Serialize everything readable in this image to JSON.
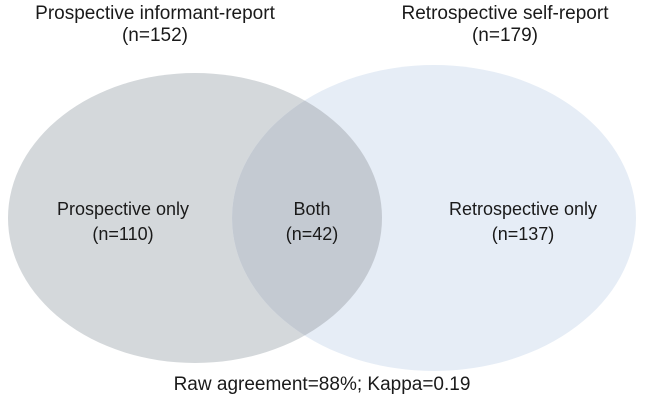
{
  "figure": {
    "type": "venn",
    "left_set": {
      "title": "Prospective informant-report",
      "count_label": "(n=152)",
      "total": 152
    },
    "right_set": {
      "title": "Retrospective self-report",
      "count_label": "(n=179)",
      "total": 179
    },
    "regions": {
      "left_only": {
        "label": "Prospective only",
        "count_label": "(n=110)",
        "value": 110
      },
      "both": {
        "label": "Both",
        "count_label": "(n=42)",
        "value": 42
      },
      "right_only": {
        "label": "Retrospective only",
        "count_label": "(n=137)",
        "value": 137
      }
    },
    "caption": "Raw agreement=88%; Kappa=0.19",
    "raw_agreement_percent": 88,
    "kappa": 0.19
  },
  "colors": {
    "background": "#ffffff",
    "left_ellipse": "#d4d8db",
    "right_ellipse": "#e6edf6",
    "overlap": "#c4cad2",
    "text": "#1a1a1a"
  }
}
